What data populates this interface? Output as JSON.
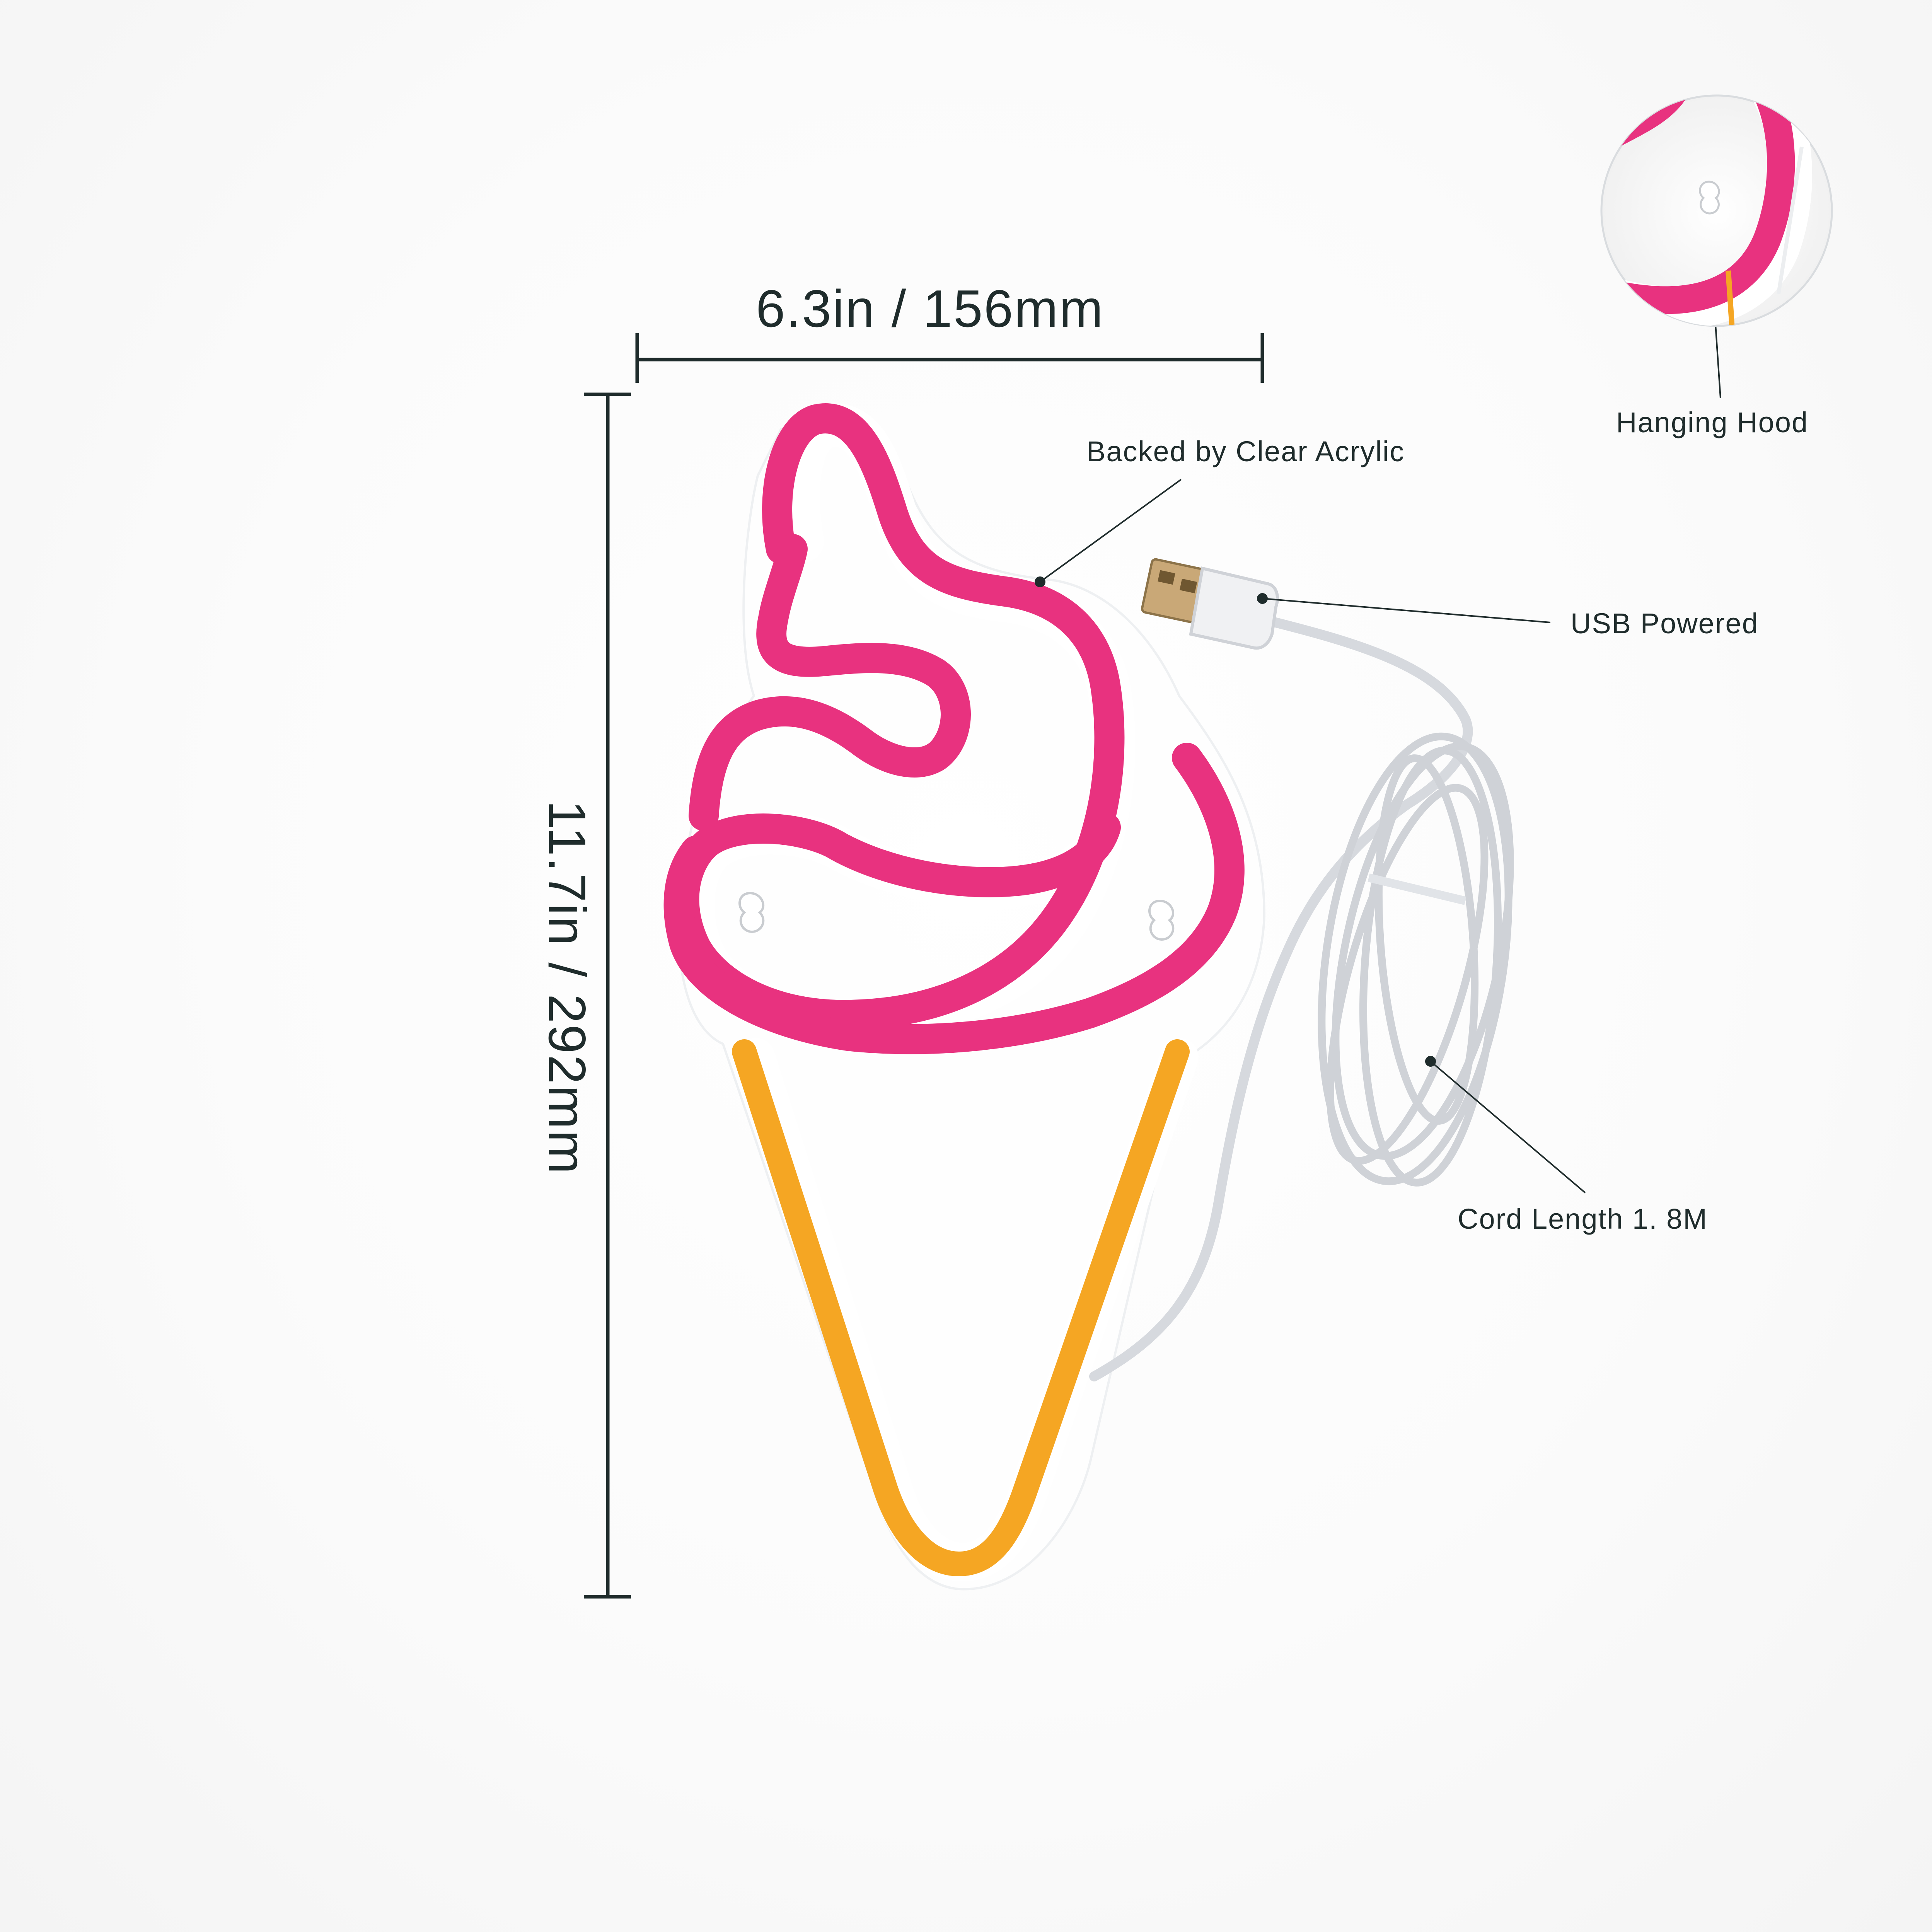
{
  "dimensions": {
    "width_label": "6.3in / 156mm",
    "height_label": "11.7in / 292mm"
  },
  "callouts": {
    "hanging_hood": "Hanging Hood",
    "backed_by": "Backed by Clear Acrylic",
    "usb": "USB Powered",
    "cord_length": "Cord Length 1. 8M"
  },
  "colors": {
    "neon_pink": "#e8327f",
    "neon_orange": "#f5a623",
    "dimension_line": "#1f2c2c",
    "cord": "#d6d9de"
  },
  "icons": {
    "product": "ice-cream-cone-neon-sign",
    "plug": "usb-plug",
    "inset": "hanging-hood-detail"
  }
}
